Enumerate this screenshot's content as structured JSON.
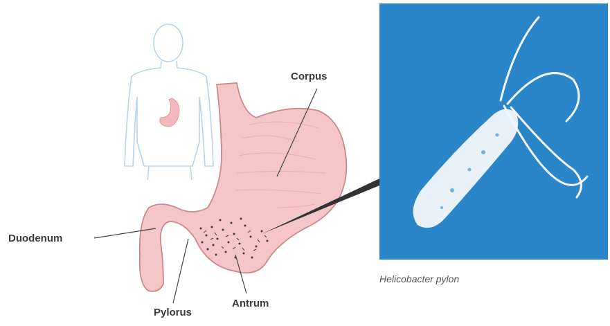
{
  "labels": {
    "corpus": "Corpus",
    "duodenum": "Duodenum",
    "pylorus": "Pylorus",
    "antrum": "Antrum"
  },
  "micrograph": {
    "caption": "Helicobacter pylon"
  },
  "colors": {
    "stomach_fill": "#f4c6c8",
    "stomach_outline": "#c98a8f",
    "body_outline": "#b9d3ea",
    "micrograph_background": "#2a86c8",
    "bacterium": "#f2f7fb"
  }
}
